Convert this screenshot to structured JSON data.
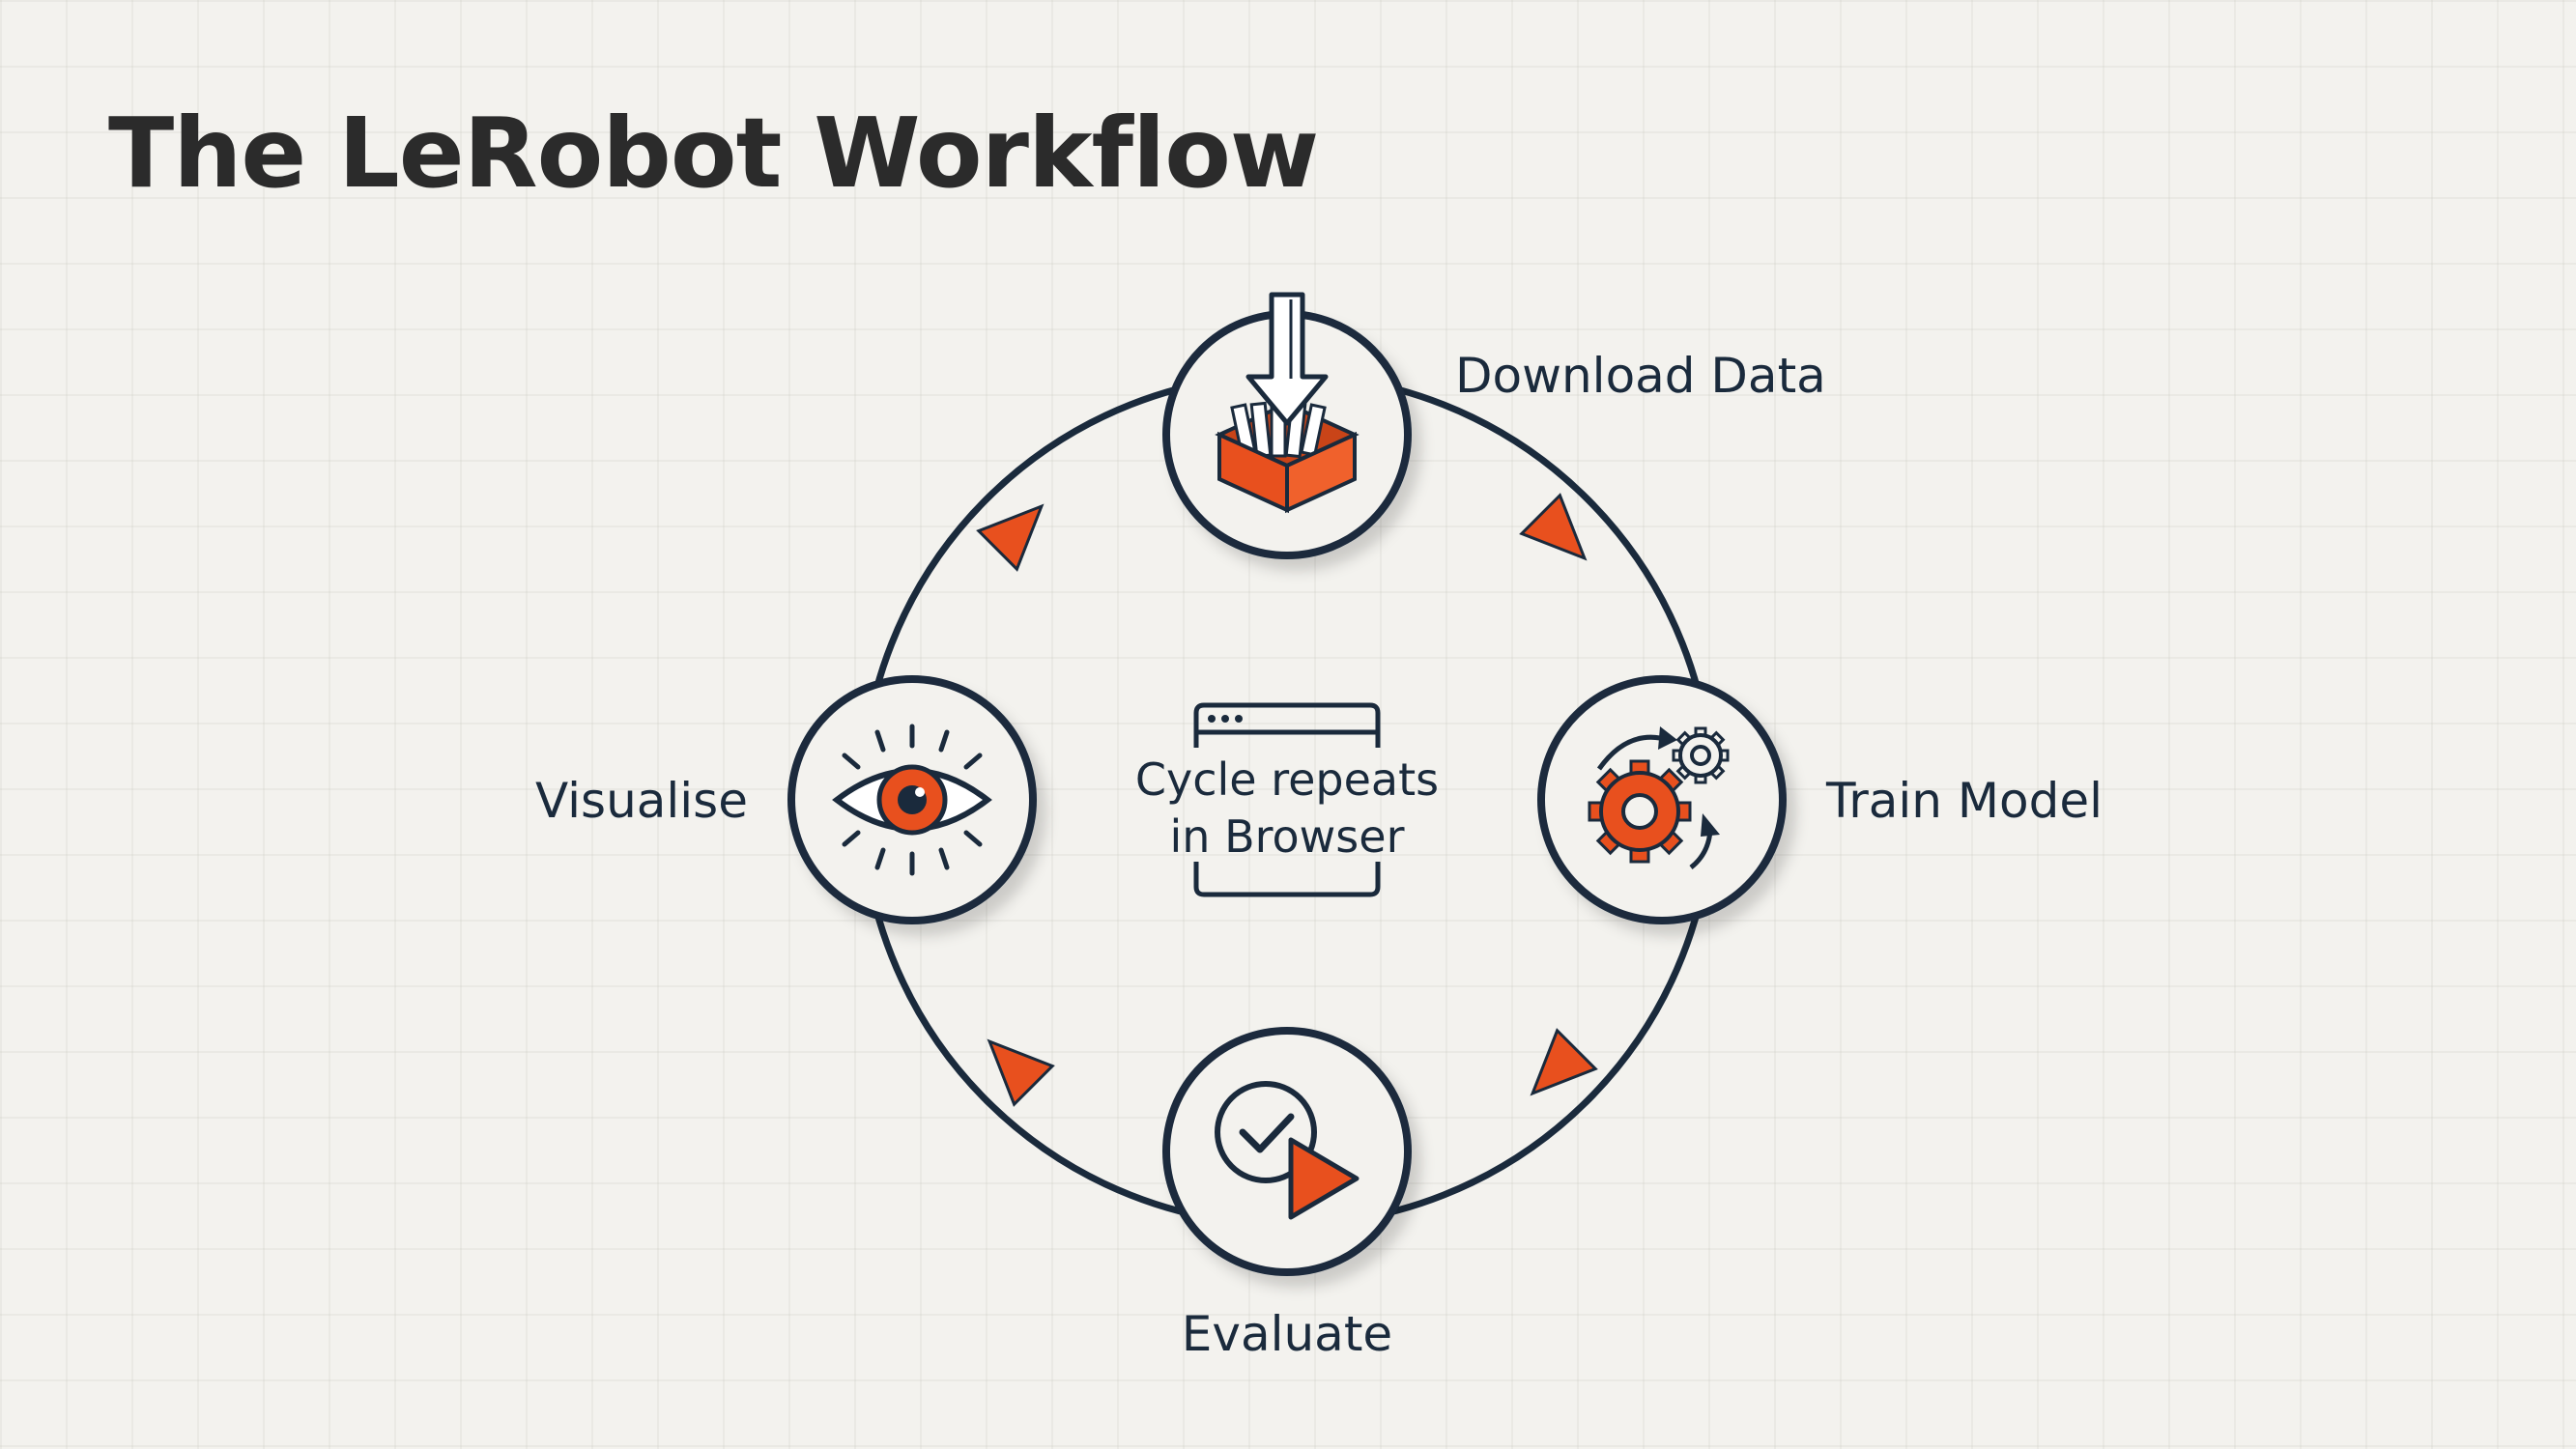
{
  "title": "The LeRobot Workflow",
  "colors": {
    "accent": "#e8501e",
    "line": "#1a2a3c",
    "background": "#f3f2ee"
  },
  "center": {
    "line1": "Cycle repeats",
    "line2": "in Browser",
    "icon": "browser-window-icon"
  },
  "steps": [
    {
      "label": "Download Data",
      "icon": "download-box-icon"
    },
    {
      "label": "Train Model",
      "icon": "gears-icon"
    },
    {
      "label": "Evaluate",
      "icon": "check-play-icon"
    },
    {
      "label": "Visualise",
      "icon": "eye-icon"
    }
  ]
}
